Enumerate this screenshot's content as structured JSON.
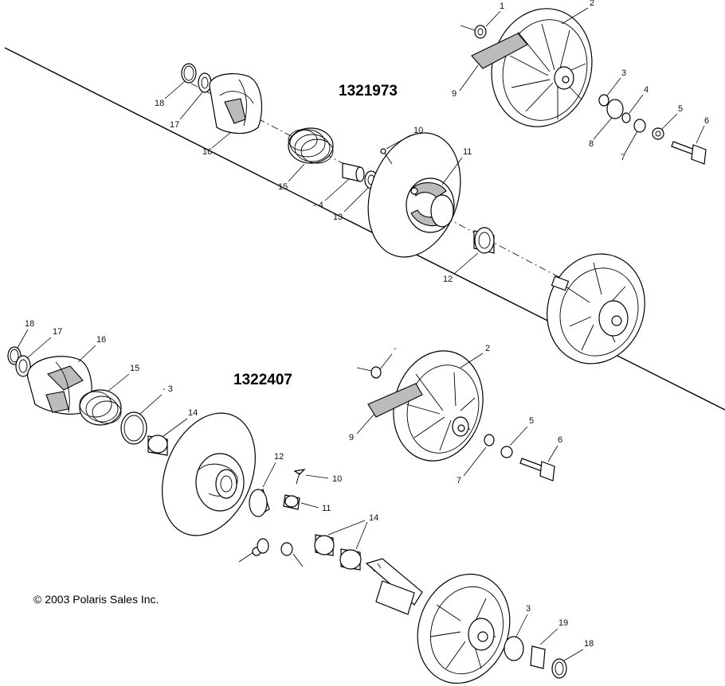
{
  "assemblies": {
    "upper": "1321973",
    "lower": "1322407"
  },
  "copyright": "© 2003 Polaris Sales Inc.",
  "callouts": {
    "upper": [
      {
        "id": "u1",
        "text": "1"
      },
      {
        "id": "u2",
        "text": "2"
      },
      {
        "id": "u3",
        "text": "3"
      },
      {
        "id": "u4",
        "text": "4"
      },
      {
        "id": "u5",
        "text": "5"
      },
      {
        "id": "u6",
        "text": "6"
      },
      {
        "id": "u7",
        "text": "7"
      },
      {
        "id": "u8",
        "text": "8"
      },
      {
        "id": "u9",
        "text": "9"
      },
      {
        "id": "u10",
        "text": "10"
      },
      {
        "id": "u11",
        "text": "11"
      },
      {
        "id": "u12",
        "text": "12"
      },
      {
        "id": "u13",
        "text": "13"
      },
      {
        "id": "u14",
        "text": "- 4"
      },
      {
        "id": "u15",
        "text": "15"
      },
      {
        "id": "u16",
        "text": "16"
      },
      {
        "id": "u17",
        "text": "17"
      },
      {
        "id": "u18",
        "text": "18"
      }
    ],
    "lower": [
      {
        "id": "l18a",
        "text": "18"
      },
      {
        "id": "l17",
        "text": "17"
      },
      {
        "id": "l16",
        "text": "16"
      },
      {
        "id": "l15",
        "text": "15"
      },
      {
        "id": "l13",
        "text": "- 3"
      },
      {
        "id": "l14a",
        "text": "14"
      },
      {
        "id": "l12",
        "text": "12"
      },
      {
        "id": "l10",
        "text": "10"
      },
      {
        "id": "l11",
        "text": "11"
      },
      {
        "id": "l14b",
        "text": "14"
      },
      {
        "id": "l1",
        "text": "-"
      },
      {
        "id": "l2",
        "text": "2"
      },
      {
        "id": "l9",
        "text": "9"
      },
      {
        "id": "l5",
        "text": "5"
      },
      {
        "id": "l6",
        "text": "6"
      },
      {
        "id": "l7",
        "text": "7"
      },
      {
        "id": "l3",
        "text": "3"
      },
      {
        "id": "l19",
        "text": "19"
      },
      {
        "id": "l18b",
        "text": "18"
      }
    ]
  }
}
